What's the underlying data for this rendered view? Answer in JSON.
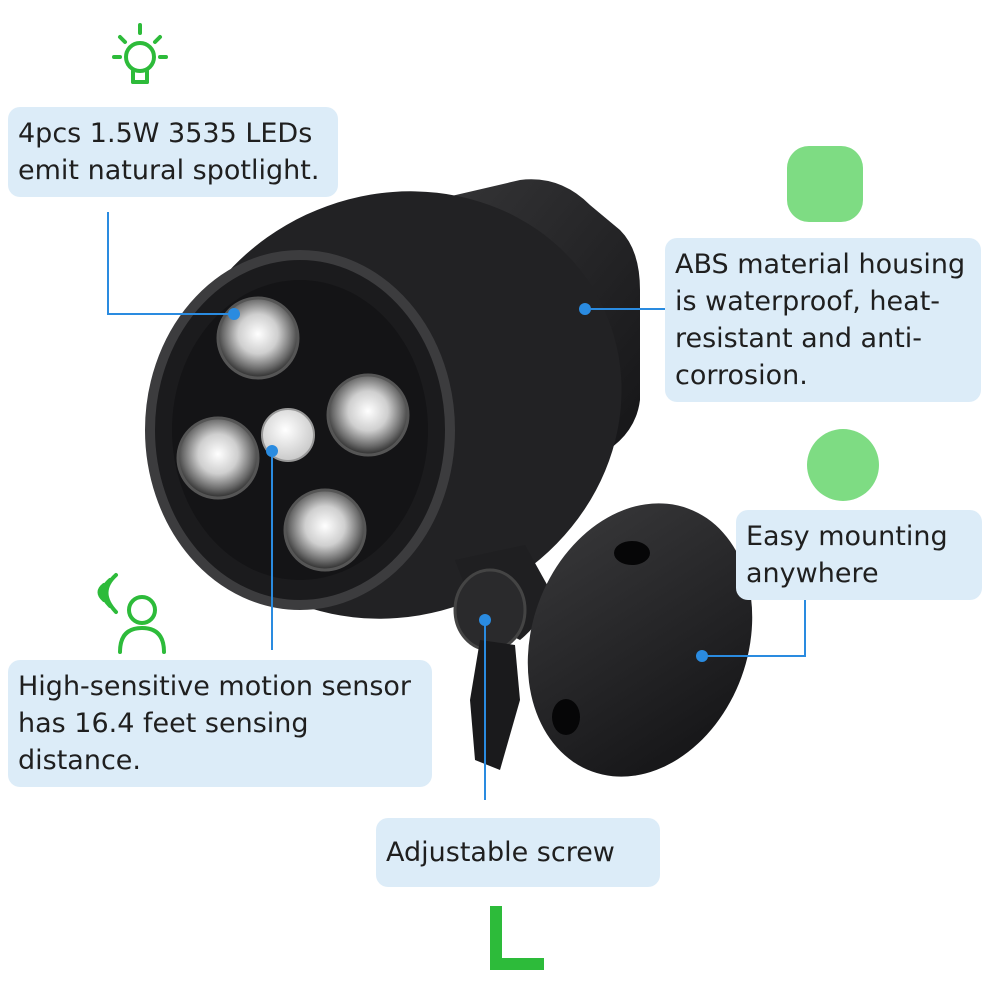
{
  "callouts": {
    "leds": {
      "lines": [
        "4pcs 1.5W 3535 LEDs",
        "emit natural spotlight."
      ]
    },
    "housing": {
      "lines": [
        "ABS material housing",
        "is waterproof, heat-",
        "resistant and anti-",
        "corrosion."
      ]
    },
    "mounting": {
      "lines": [
        "Easy mounting",
        "anywhere"
      ]
    },
    "sensor": {
      "lines": [
        "High-sensitive motion sensor",
        "has 16.4 feet sensing",
        "distance."
      ]
    },
    "screw": {
      "lines": [
        "Adjustable screw"
      ]
    }
  },
  "icons": {
    "leds": "lightbulb-icon",
    "housing": "rounded-square-icon",
    "mounting": "circle-icon",
    "sensor": "person-motion-icon",
    "screw": "l-shape-icon"
  },
  "colors": {
    "callout_bg": "#dcecf8",
    "leader_line": "#2a8be0",
    "icon_green_dark": "#2dbb3a",
    "icon_green_light": "#7edc83",
    "product_body": "#1c1c1e"
  }
}
